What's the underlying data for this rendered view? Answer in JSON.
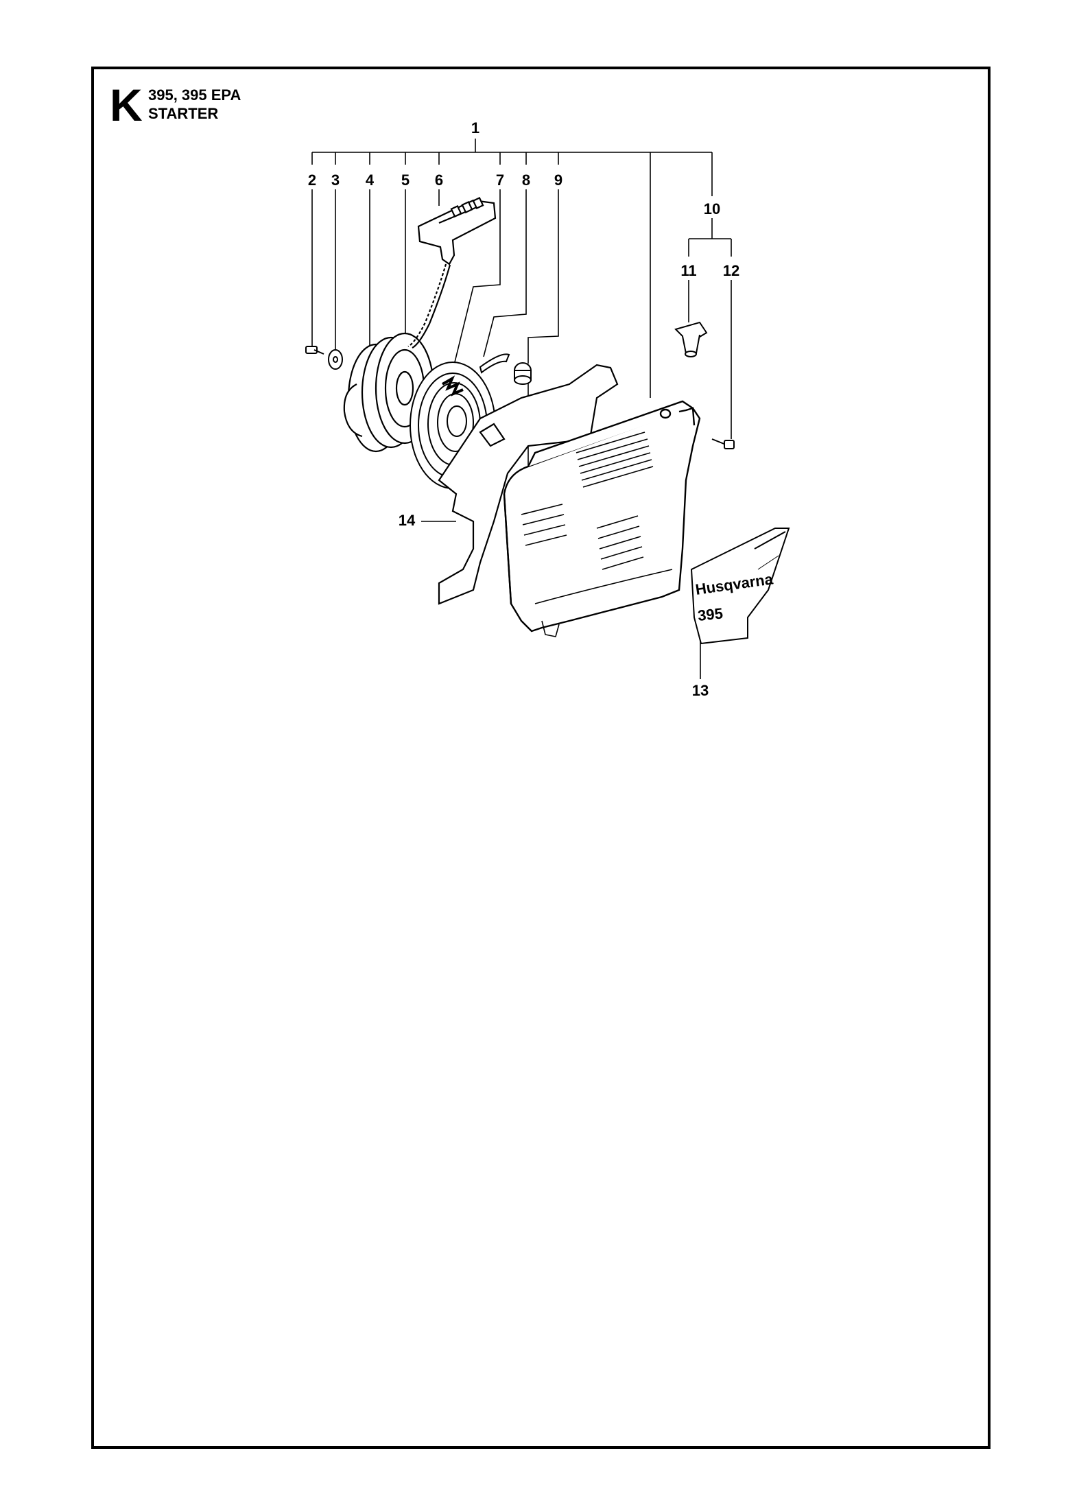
{
  "header": {
    "section_letter": "K",
    "models": "395, 395 EPA",
    "title": "STARTER"
  },
  "callouts": [
    "1",
    "2",
    "3",
    "4",
    "5",
    "6",
    "7",
    "8",
    "9",
    "10",
    "11",
    "12",
    "13",
    "14"
  ],
  "decal": {
    "brand": "Husqvarna",
    "model": "395"
  }
}
